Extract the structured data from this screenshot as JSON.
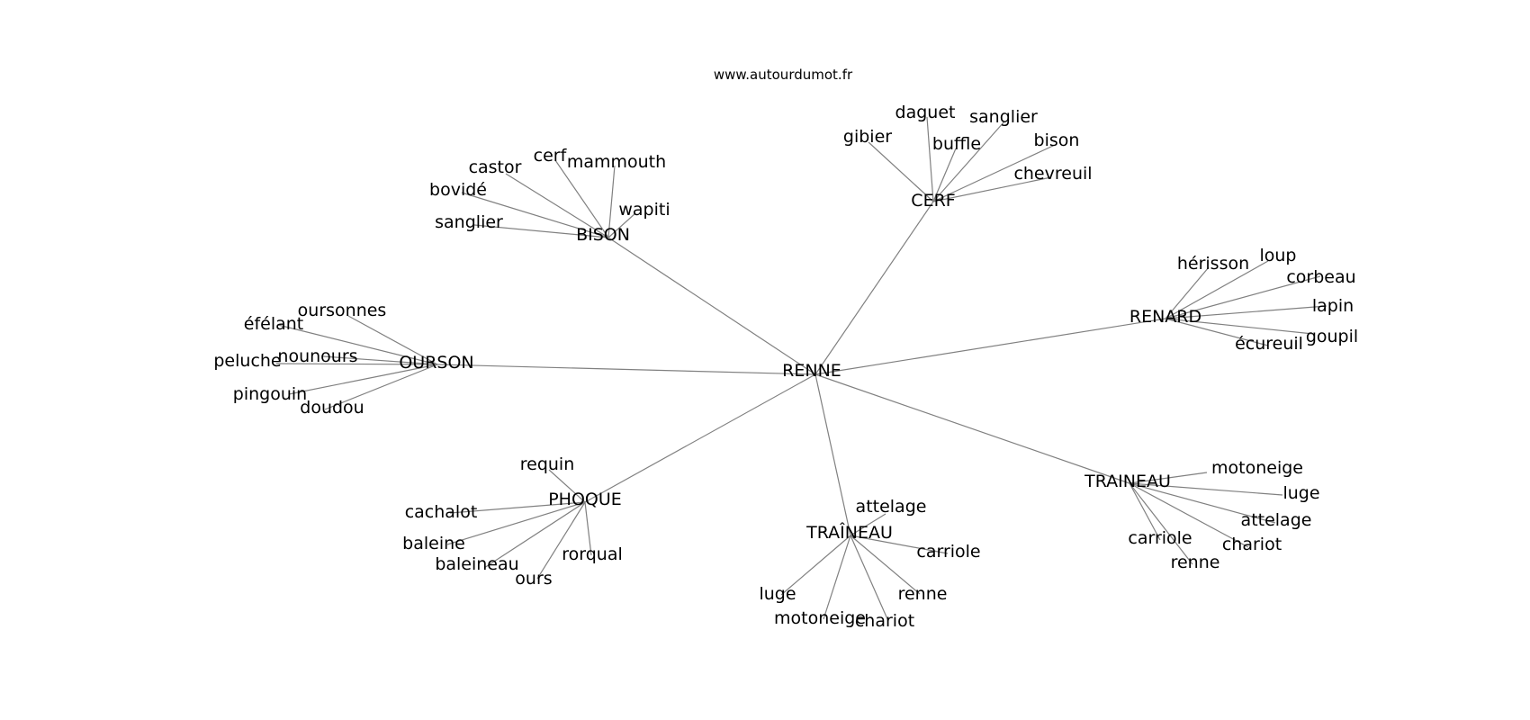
{
  "header": {
    "source": "www.autourdumot.fr"
  },
  "graph": {
    "root": "RENNE",
    "edge_color": "#808080",
    "text_color": "#000000",
    "hubs": [
      {
        "label": "BISON",
        "children": [
          "castor",
          "cerf",
          "mammouth",
          "bovidé",
          "wapiti",
          "sanglier"
        ]
      },
      {
        "label": "CERF",
        "children": [
          "daguet",
          "sanglier",
          "gibier",
          "buffle",
          "bison",
          "chevreuil"
        ]
      },
      {
        "label": "RENARD",
        "children": [
          "hérisson",
          "loup",
          "corbeau",
          "lapin",
          "goupil",
          "écureuil"
        ]
      },
      {
        "label": "OURSON",
        "children": [
          "oursonnes",
          "éfélant",
          "nounours",
          "peluche",
          "pingouin",
          "doudou"
        ]
      },
      {
        "label": "PHOQUE",
        "children": [
          "requin",
          "cachalot",
          "baleine",
          "baleineau",
          "ours",
          "rorqual"
        ]
      },
      {
        "label": "TRAÎNEAU",
        "children": [
          "attelage",
          "carriole",
          "luge",
          "motoneige",
          "chariot",
          "renne"
        ]
      },
      {
        "label": "TRAINEAU",
        "children": [
          "motoneige",
          "luge",
          "attelage",
          "chariot",
          "carriole",
          "renne"
        ]
      }
    ]
  }
}
